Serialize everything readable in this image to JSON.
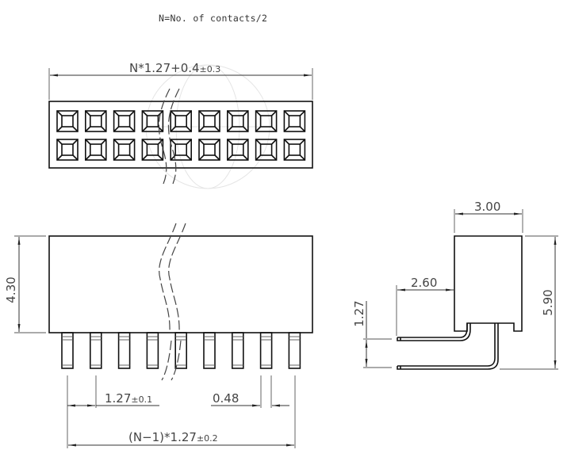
{
  "drawing": {
    "note": "N=No. of contacts/2",
    "top_view": {
      "overall_length_label": "N*1.27+0.4",
      "overall_length_tolerance": "±0.3",
      "pad_columns": 9,
      "pad_rows": 2
    },
    "front_view": {
      "height_label": "4.30",
      "pitch_label": "1.27",
      "pitch_tolerance": "±0.1",
      "pin_width_label": "0.48",
      "pin_span_label": "(N−1)*1.27",
      "pin_span_tolerance": "±0.2",
      "pin_count": 9
    },
    "side_view": {
      "width_label": "3.00",
      "pin_offset_label": "2.60",
      "total_height_label": "5.90",
      "row_pitch_label": "1.27"
    }
  }
}
